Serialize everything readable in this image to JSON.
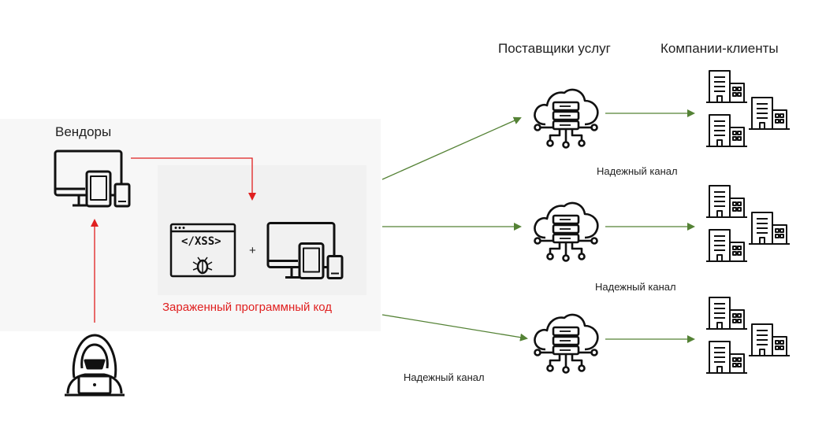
{
  "labels": {
    "vendors": "Вендоры",
    "providers": "Поставщики услуг",
    "clients": "Компании-клиенты",
    "infected_code": "Зараженный программный код",
    "plus": "+",
    "xss": "</XSS>",
    "trusted_channel_1": "Надежный канал",
    "trusted_channel_2": "Надежный канал",
    "trusted_channel_3": "Надежный канал"
  },
  "icons": {
    "vendor_devices": "devices-icon",
    "xss_window": "xss-code-window-icon",
    "infected_devices": "devices-icon",
    "hacker": "hacker-icon",
    "cloud_servers": [
      "cloud-server-icon",
      "cloud-server-icon",
      "cloud-server-icon"
    ],
    "client_buildings": [
      "office-buildings-icon",
      "office-buildings-icon",
      "office-buildings-icon"
    ]
  },
  "colors": {
    "attack_arrow": "#e02020",
    "trusted_arrow": "#548235",
    "icon_stroke": "#111111"
  }
}
